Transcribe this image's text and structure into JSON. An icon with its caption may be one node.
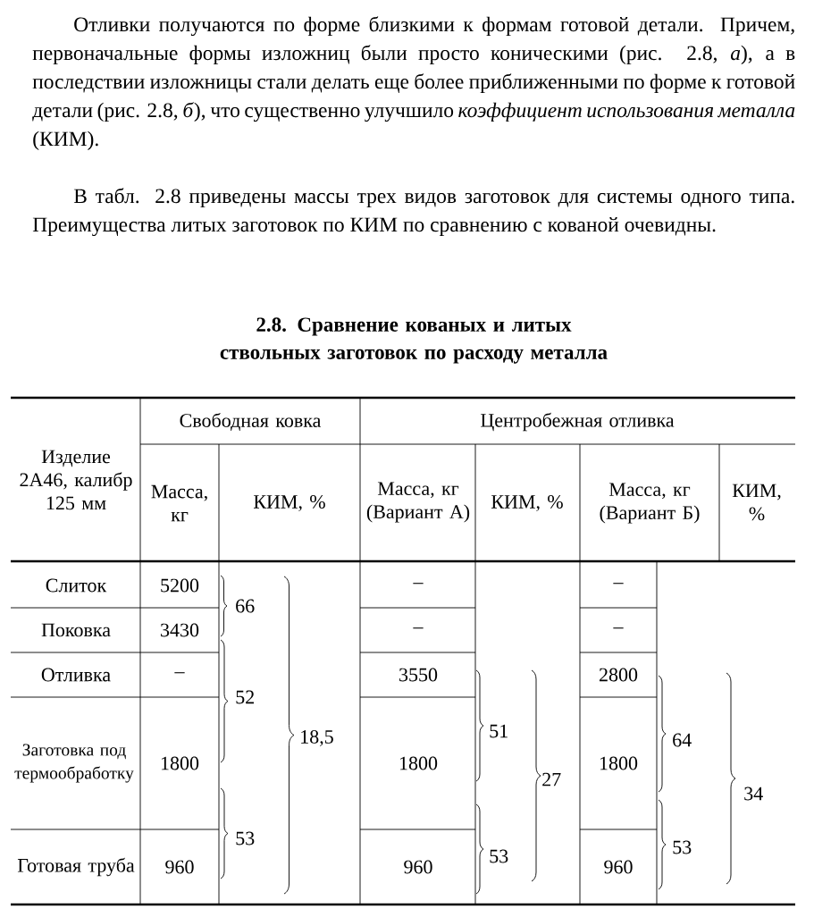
{
  "diagram": {
    "title": "2.8. Сравнение кованых и литых ствольных заготовок по расходу металла",
    "labels": [
      "Отливки получаются по форме близкими к формам готовой детали. Причем, первоначальные формы изложниц были просто коническими (рис. 2.8, *а*), а в последствии изложницы стали делать еще более приближенными по форме к готовой детали (рис. 2.8, *б*), что существенно улучшило *коэффициент использования металла* (КИМ).",
      "В табл. 2.8 приведены массы трех видов заготовок для системы одного типа. Преимущества литых заготовок по КИМ по сравнению с кованой очевидны.",
      "Изделие 2А46, калибр 125 мм",
      "Свободная ковка",
      "Центробежная отливка",
      "Масса, кг",
      "КИМ, %",
      "Масса, кг (Вариант А)",
      "КИМ, %",
      "Масса, кг (Вариант Б)",
      "КИМ, %",
      "Слиток",
      "5200",
      "66",
      "18,5",
      "–",
      "–",
      "Поковка",
      "3430",
      "–",
      "–",
      "Отливка",
      "–",
      "52",
      "3550",
      "51",
      "27",
      "2800",
      "64",
      "34",
      "Заготовка под термообработку",
      "1800",
      "1800",
      "1800",
      "Готовая труба",
      "960",
      "53",
      "960",
      "53",
      "960",
      "53"
    ]
  }
}
